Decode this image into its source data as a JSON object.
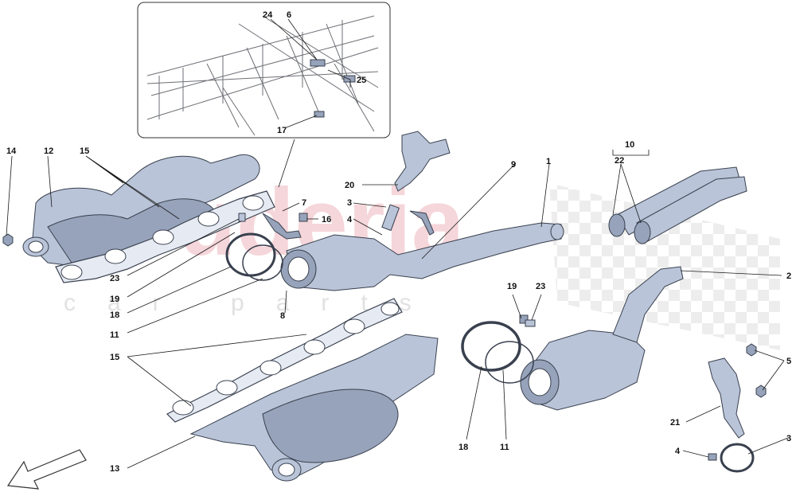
{
  "watermark": {
    "main": "scuderia",
    "sub": "car parts"
  },
  "callouts": {
    "c24": "24",
    "c6": "6",
    "c25": "25",
    "c17": "17",
    "c14": "14",
    "c12": "12",
    "c15a": "15",
    "c20": "20",
    "c9": "9",
    "c1": "1",
    "c10": "10",
    "c22": "22",
    "c7": "7",
    "c3a": "3",
    "c16": "16",
    "c4a": "4",
    "c23a": "23",
    "c19a": "19",
    "c18a": "18",
    "c11a": "11",
    "c8": "8",
    "c2": "2",
    "c19b": "19",
    "c23b": "23",
    "c15b": "15",
    "c5": "5",
    "c18b": "18",
    "c11b": "11",
    "c13": "13",
    "c21": "21",
    "c4b": "4",
    "c3b": "3"
  }
}
